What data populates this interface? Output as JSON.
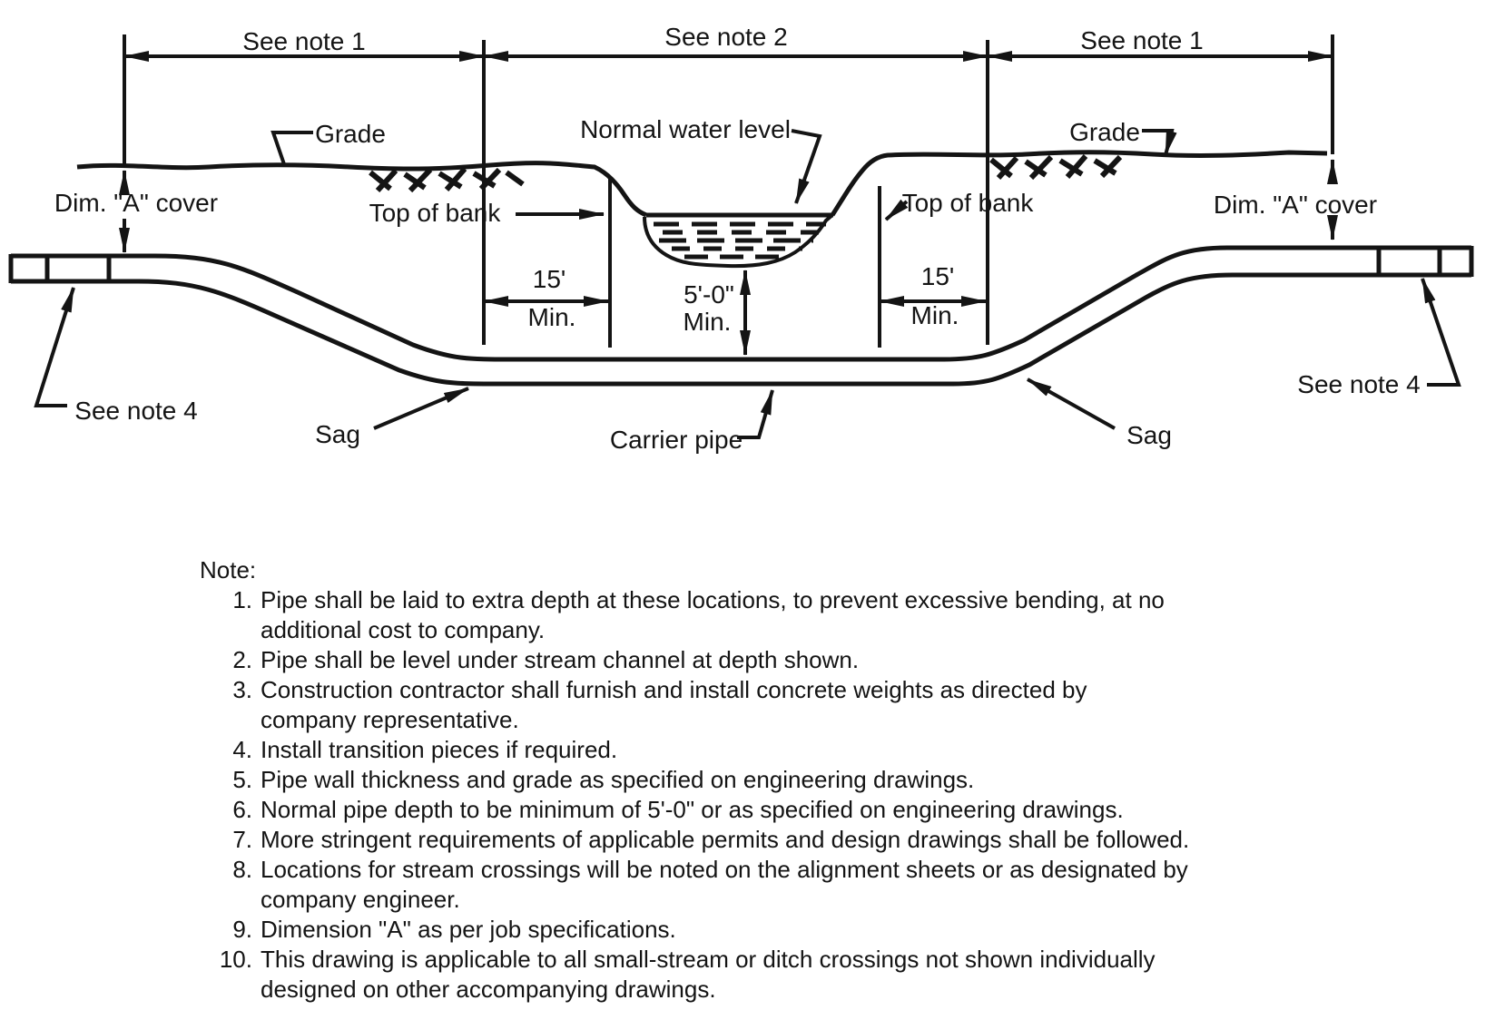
{
  "title": "Small stream / ditch pipeline crossing detail",
  "colors": {
    "ink": "#141414",
    "background": "#ffffff"
  },
  "diagram": {
    "dimensions": {
      "span_left": "See note 1",
      "span_middle": "See note 2",
      "span_right": "See note 1",
      "cover_left": "Dim. \"A\" cover",
      "cover_right": "Dim. \"A\" cover",
      "bank_offset_left_value": "15'",
      "bank_offset_left_min": "Min.",
      "bank_offset_right_value": "15'",
      "bank_offset_right_min": "Min.",
      "depth_value": "5'-0\"",
      "depth_min": "Min."
    },
    "labels": {
      "grade_left": "Grade",
      "grade_right": "Grade",
      "normal_water_level": "Normal water level",
      "top_of_bank_left": "Top of bank",
      "top_of_bank_right": "Top of bank",
      "sag_left": "Sag",
      "sag_right": "Sag",
      "carrier_pipe": "Carrier pipe",
      "see_note_4_left": "See note 4",
      "see_note_4_right": "See note 4"
    }
  },
  "notes": {
    "heading": "Note:",
    "items": [
      {
        "num": "1.",
        "lines": [
          "Pipe shall be laid to extra depth at these locations, to prevent excessive bending, at no",
          "additional cost to company."
        ]
      },
      {
        "num": "2.",
        "lines": [
          "Pipe shall be level under stream channel at depth shown."
        ]
      },
      {
        "num": "3.",
        "lines": [
          "Construction contractor shall furnish and install concrete weights as directed by",
          "company representative."
        ]
      },
      {
        "num": "4.",
        "lines": [
          "Install transition pieces if required."
        ]
      },
      {
        "num": "5.",
        "lines": [
          "Pipe wall thickness and grade as specified on engineering drawings."
        ]
      },
      {
        "num": "6.",
        "lines": [
          "Normal pipe depth to be minimum of 5'-0\" or as specified on engineering drawings."
        ]
      },
      {
        "num": "7.",
        "lines": [
          "More stringent requirements of applicable permits and design drawings shall be followed."
        ]
      },
      {
        "num": "8.",
        "lines": [
          "Locations for stream crossings will be noted on the alignment sheets or as designated by",
          "company engineer."
        ]
      },
      {
        "num": "9.",
        "lines": [
          "Dimension \"A\" as per job specifications."
        ]
      },
      {
        "num": "10.",
        "lines": [
          "This drawing is applicable to all small-stream or ditch crossings not shown individually",
          "designed on other accompanying drawings."
        ]
      }
    ]
  }
}
